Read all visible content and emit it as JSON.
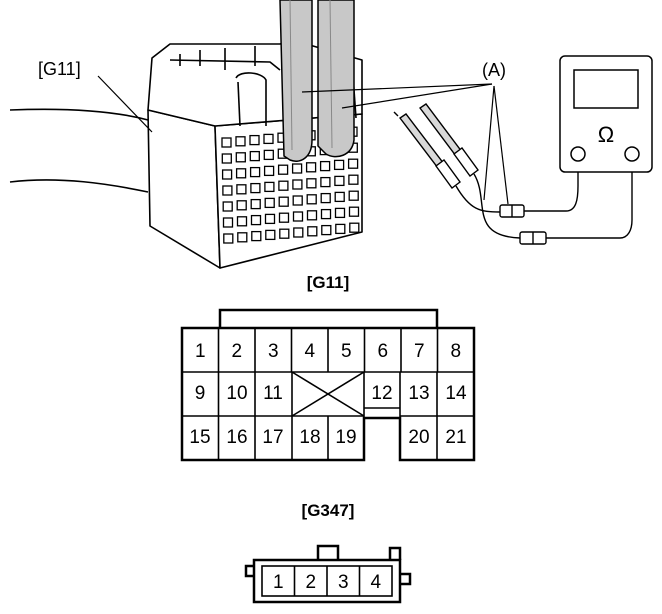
{
  "callouts": {
    "connector_label": "[G11]",
    "probe_label": "(A)",
    "meter_symbol": "Ω"
  },
  "connectors": [
    {
      "title": "[G11]",
      "pins_top": [
        "1",
        "2",
        "3",
        "4",
        "5",
        "6",
        "7",
        "8"
      ],
      "pins_middle": [
        "9",
        "10",
        "11",
        "12",
        "13",
        "14"
      ],
      "pins_bottom": [
        "15",
        "16",
        "17",
        "18",
        "19",
        "20",
        "21"
      ]
    },
    {
      "title": "[G347]",
      "pins": [
        "1",
        "2",
        "3",
        "4"
      ]
    }
  ],
  "icons": {
    "connector_drawing": "harness-connector-illustration",
    "meter": "ohmmeter-icon",
    "probes": "test-probe-icon",
    "blank_cavity": "cross-blank-icon"
  }
}
